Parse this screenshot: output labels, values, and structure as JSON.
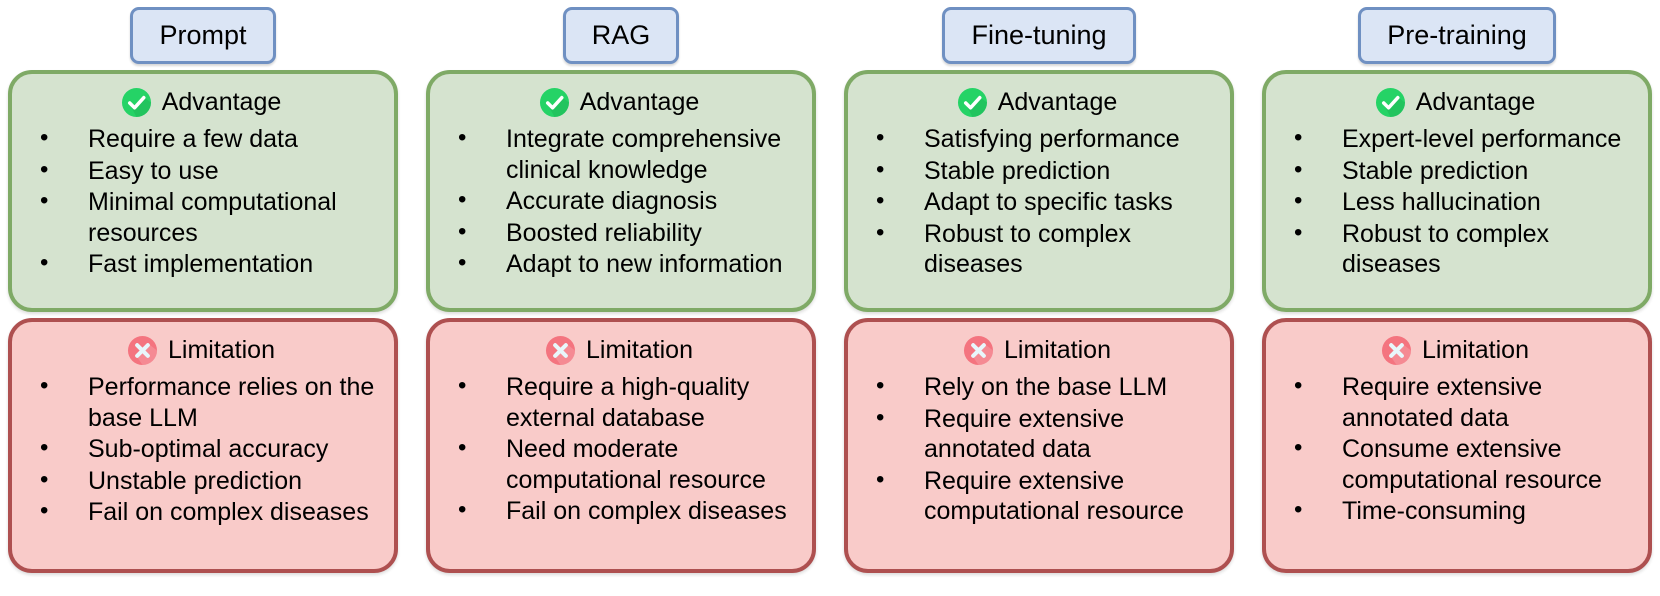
{
  "columns": [
    {
      "header": "Prompt",
      "advantage": {
        "title": "Advantage",
        "icon": "check-circle-icon",
        "items": [
          "Require a few data",
          "Easy to use",
          "Minimal computational resources",
          "Fast implementation"
        ]
      },
      "limitation": {
        "title": "Limitation",
        "icon": "x-circle-icon",
        "items": [
          "Performance relies on the base LLM",
          "Sub-optimal accuracy",
          "Unstable prediction",
          "Fail on complex diseases"
        ]
      }
    },
    {
      "header": "RAG",
      "advantage": {
        "title": "Advantage",
        "icon": "check-circle-icon",
        "items": [
          "Integrate comprehensive clinical knowledge",
          "Accurate diagnosis",
          "Boosted reliability",
          "Adapt to new information"
        ]
      },
      "limitation": {
        "title": "Limitation",
        "icon": "x-circle-icon",
        "items": [
          "Require a high-quality external database",
          "Need moderate computational resource",
          "Fail on complex diseases"
        ]
      }
    },
    {
      "header": "Fine-tuning",
      "advantage": {
        "title": "Advantage",
        "icon": "check-circle-icon",
        "items": [
          "Satisfying performance",
          "Stable prediction",
          "Adapt to specific tasks",
          "Robust to complex diseases"
        ]
      },
      "limitation": {
        "title": "Limitation",
        "icon": "x-circle-icon",
        "items": [
          "Rely on the base LLM",
          "Require extensive annotated data",
          "Require extensive computational resource"
        ]
      }
    },
    {
      "header": "Pre-training",
      "advantage": {
        "title": "Advantage",
        "icon": "check-circle-icon",
        "items": [
          "Expert-level performance",
          "Stable prediction",
          "Less hallucination",
          "Robust to complex diseases"
        ]
      },
      "limitation": {
        "title": "Limitation",
        "icon": "x-circle-icon",
        "items": [
          "Require extensive annotated data",
          "Consume extensive computational resource",
          "Time-consuming"
        ]
      }
    }
  ],
  "colors": {
    "header_fill": "#dbe5f5",
    "header_border": "#6f90c2",
    "advantage_fill": "#d5e3cf",
    "advantage_border": "#7faa66",
    "limitation_fill": "#f9cbc9",
    "limitation_border": "#ae5050",
    "check_icon": "#25d366",
    "x_icon": "#f4747f"
  }
}
